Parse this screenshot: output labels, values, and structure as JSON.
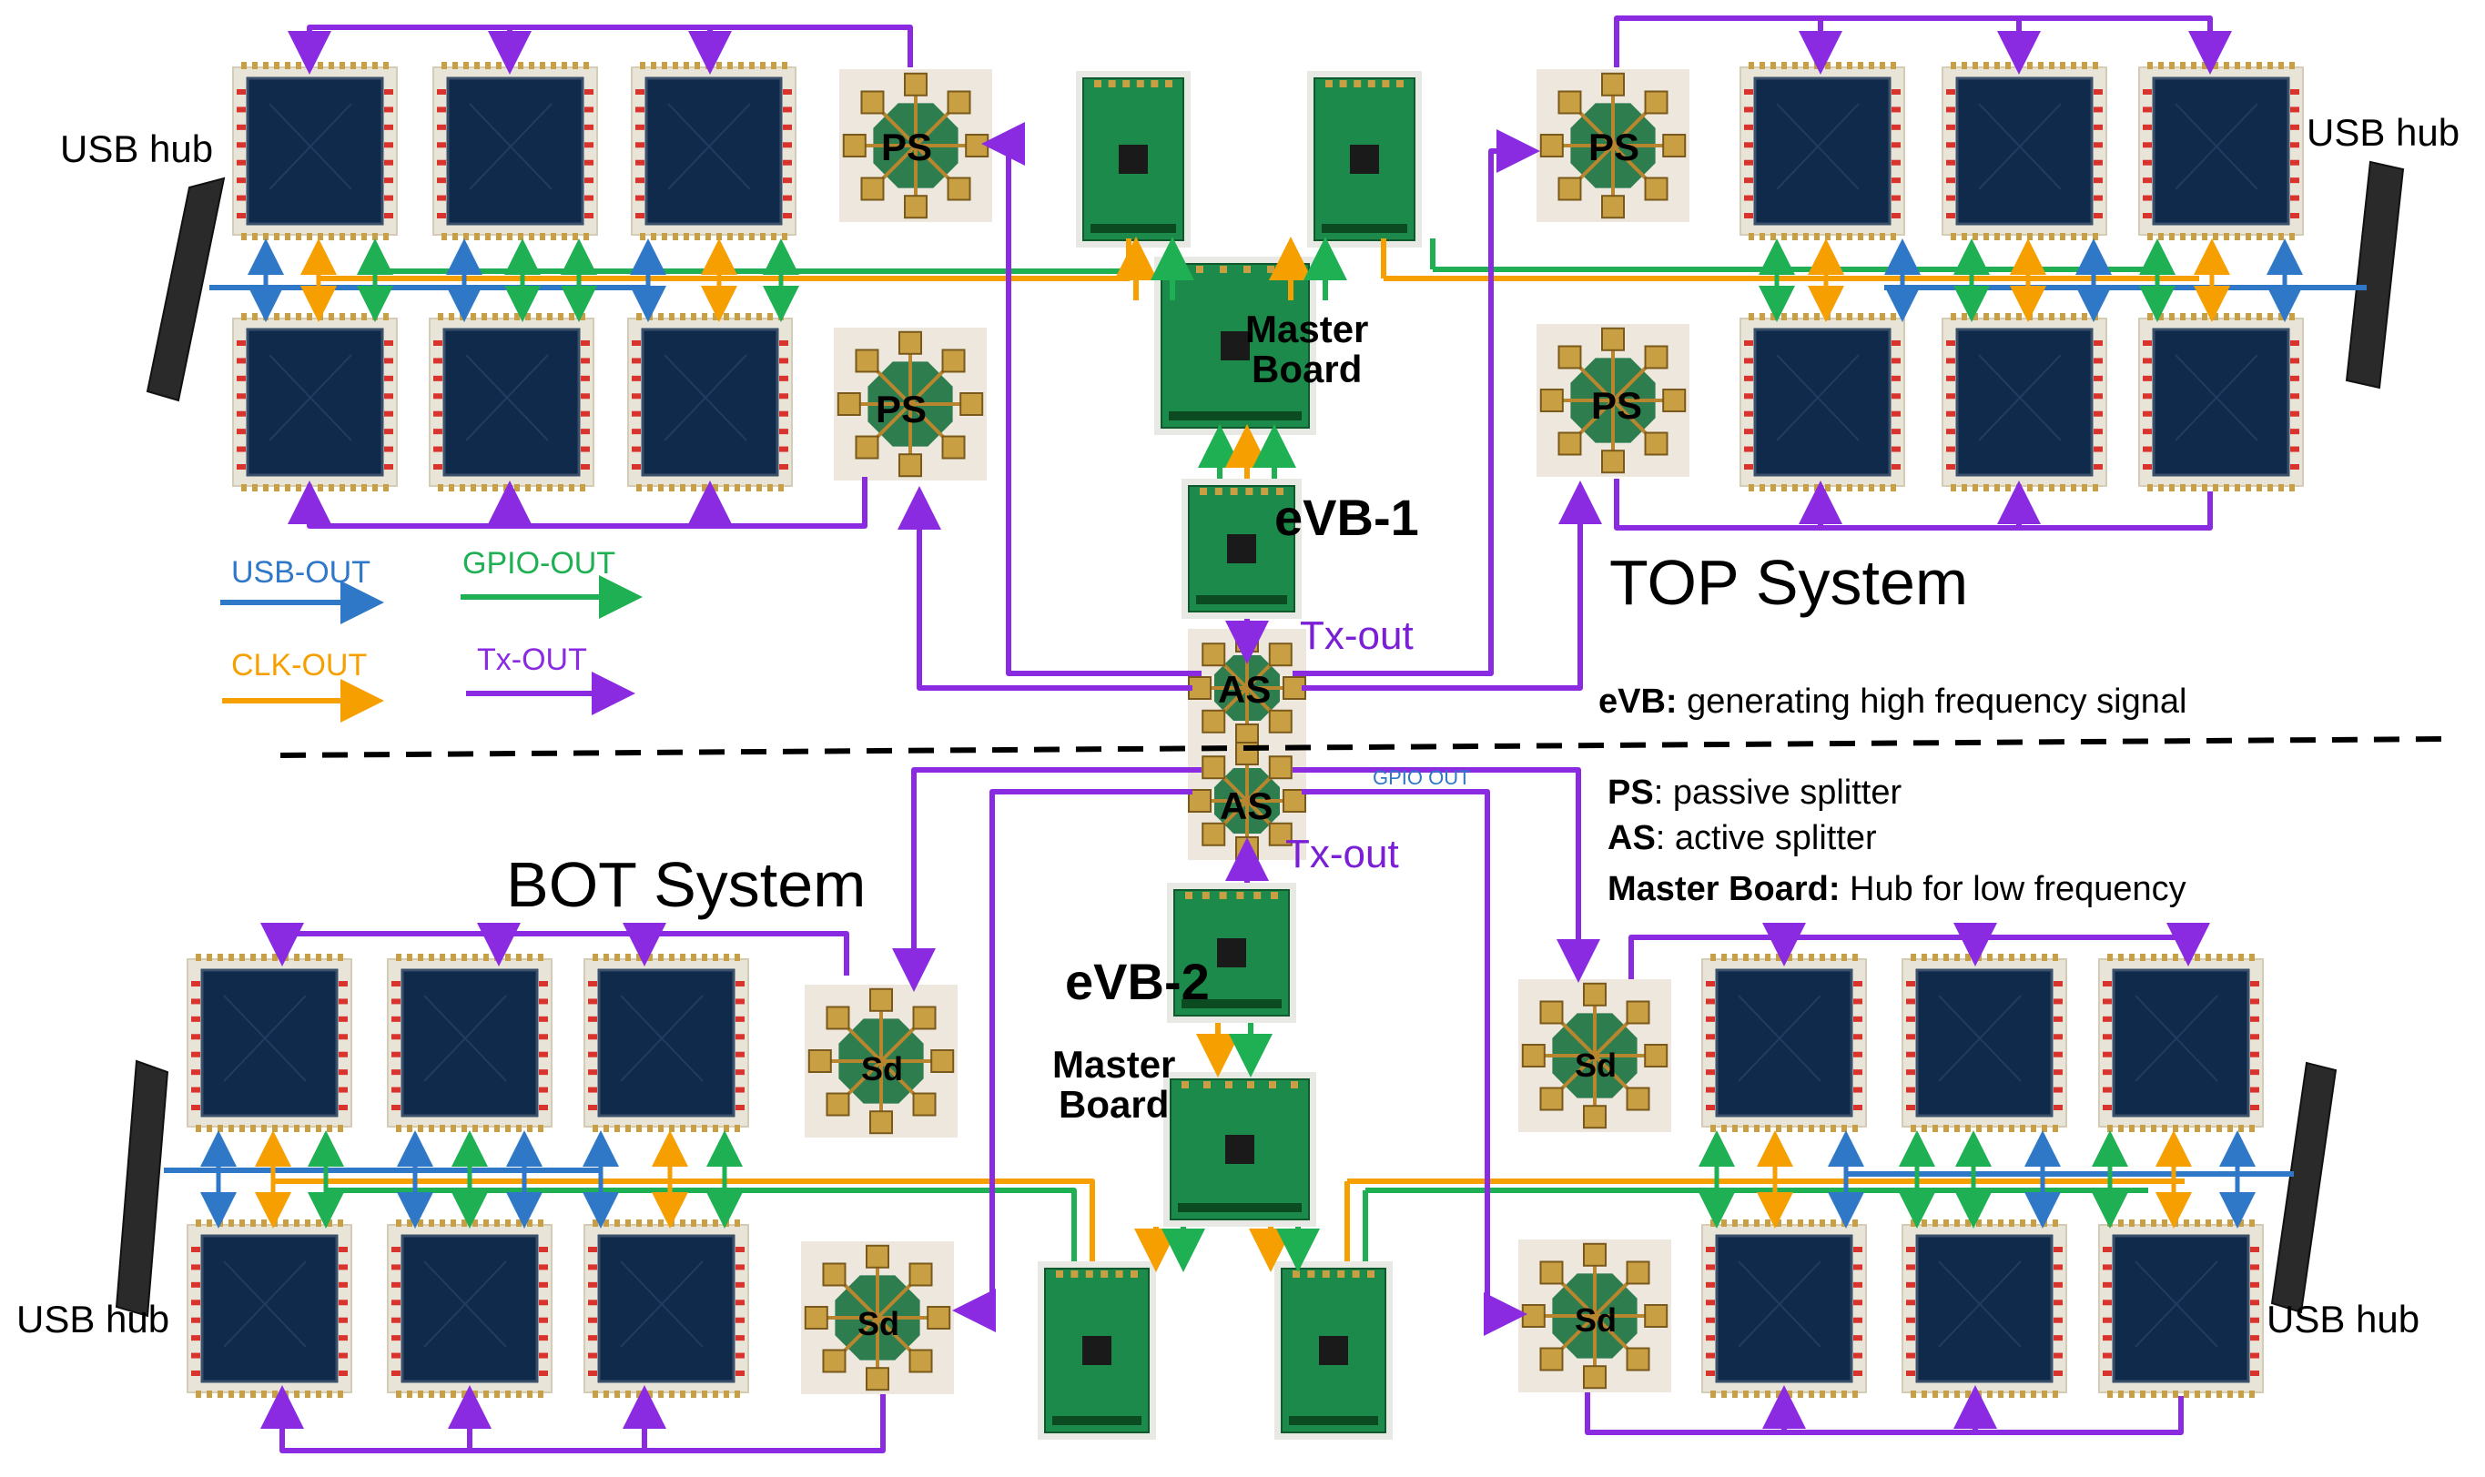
{
  "colors": {
    "usb": "#2f78c8",
    "gpio": "#1fb054",
    "clk": "#f5a000",
    "tx": "#8a2be2",
    "module_frame": "#c8b27a",
    "module_inner": "#0f2a4a",
    "pcb": "#1c8a4a",
    "splitter_bg": "#ede7dd",
    "splitter_disc": "#2e7d4f",
    "gold": "#c8a043",
    "hub_body": "#2a2a2a"
  },
  "labels": {
    "usb_hub": "USB hub",
    "ps": "PS",
    "sd": "Sd",
    "as": "AS",
    "master_board_line1": "Master",
    "master_board_line2": "Board",
    "evb1": "eVB-1",
    "evb2": "eVB-2",
    "tx_out": "Tx-out",
    "gpio_out_small": "GPIO OUT"
  },
  "legend": {
    "usb_out": "USB-OUT",
    "gpio_out": "GPIO-OUT",
    "clk_out": "CLK-OUT",
    "tx_out": "Tx-OUT"
  },
  "systems": {
    "top": "TOP System",
    "bot": "BOT System"
  },
  "definitions": [
    {
      "term": "eVB:",
      "text": " generating high frequency signal"
    },
    {
      "term": "PS",
      "text": ": passive splitter"
    },
    {
      "term": "AS",
      "text": ": active splitter"
    },
    {
      "term": "Master Board:",
      "text": " Hub for low  frequency"
    }
  ]
}
